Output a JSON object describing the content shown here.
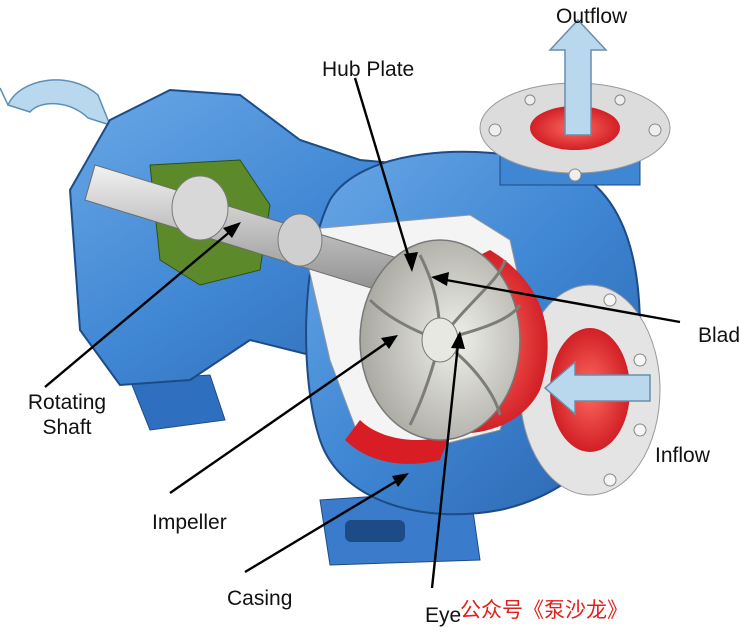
{
  "labels": {
    "outflow": "Outflow",
    "hub_plate": "Hub Plate",
    "blade": "Blad",
    "rotating_shaft_line1": "Rotating",
    "rotating_shaft_line2": "Shaft",
    "inflow": "Inflow",
    "impeller": "Impeller",
    "casing": "Casing",
    "eye": "Eye"
  },
  "watermark": "公众号《泵沙龙》",
  "colors": {
    "casing_blue": "#4a8fd6",
    "casing_dark": "#2a63ad",
    "interior_red": "#e8262b",
    "impeller_silver": "#c9c9c2",
    "gland_green": "#5c8a2a",
    "arrow_light_blue": "#b9d8ee",
    "watermark_red": "#e0201c"
  }
}
